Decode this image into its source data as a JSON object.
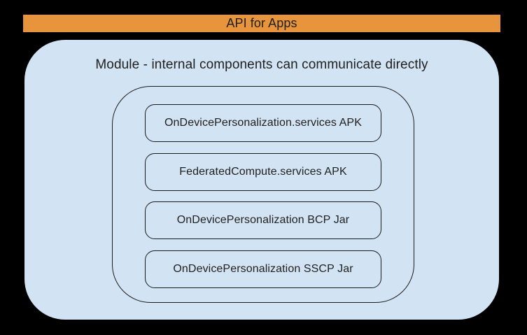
{
  "banner": {
    "label": "API for Apps"
  },
  "module": {
    "title": "Module - internal components can communicate directly",
    "components": [
      {
        "label": "OnDevicePersonalization.services APK"
      },
      {
        "label": "FederatedCompute.services APK"
      },
      {
        "label": "OnDevicePersonalization BCP Jar"
      },
      {
        "label": "OnDevicePersonalization SSCP Jar"
      }
    ]
  },
  "colors": {
    "canvas-bg": "#000000",
    "banner-bg": "#e8943c",
    "module-bg": "#d2e3f3",
    "stroke": "#1b1b1b",
    "text": "#1f1f1f"
  }
}
